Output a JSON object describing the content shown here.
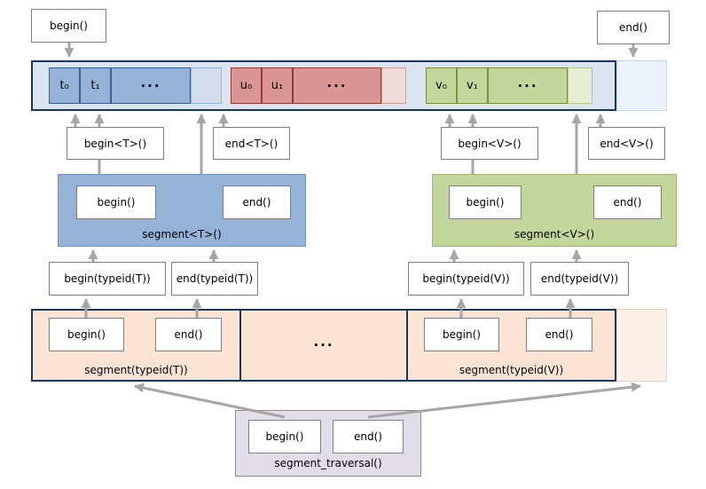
{
  "global_iterators": {
    "begin": "begin()",
    "end": "end()"
  },
  "strip": {
    "segments": [
      {
        "type": "T",
        "cells": [
          "t₀",
          "t₁",
          "···"
        ]
      },
      {
        "type": "U",
        "cells": [
          "u₀",
          "u₁",
          "···"
        ]
      },
      {
        "type": "V",
        "cells": [
          "v₀",
          "v₁",
          "···"
        ]
      }
    ]
  },
  "local_iterators": {
    "begin_T": "begin<T>()",
    "end_T": "end<T>()",
    "begin_V": "begin<V>()",
    "end_V": "end<V>()"
  },
  "segment_T": {
    "begin": "begin()",
    "end": "end()",
    "label": "segment<T>()"
  },
  "segment_V": {
    "begin": "begin()",
    "end": "end()",
    "label": "segment<V>()"
  },
  "local_base_iterators": {
    "begin_T": "begin(typeid(T))",
    "end_T": "end(typeid(T))",
    "begin_V": "begin(typeid(V))",
    "end_V": "end(typeid(V))"
  },
  "typeid_strip": {
    "segment_T": {
      "begin": "begin()",
      "end": "end()",
      "label": "segment(typeid(T))"
    },
    "ellipsis": "···",
    "segment_V": {
      "begin": "begin()",
      "end": "end()",
      "label": "segment(typeid(V))"
    }
  },
  "segment_traversal": {
    "begin": "begin()",
    "end": "end()",
    "label": "segment_traversal()"
  },
  "colors": {
    "navy_border": "#17375e",
    "blue_fill": "#95b3d7",
    "blue_border": "#376092",
    "red_fill": "#d99694",
    "red_border": "#953735",
    "green_fill": "#c3d69b",
    "green_border": "#76923c",
    "strip_bg": "#dbe5f1",
    "peach_fill": "#fce4d4",
    "purple_fill": "#e2ddeb",
    "arrow_gray": "#a6a6a6",
    "box_border": "#7f7f7f"
  }
}
